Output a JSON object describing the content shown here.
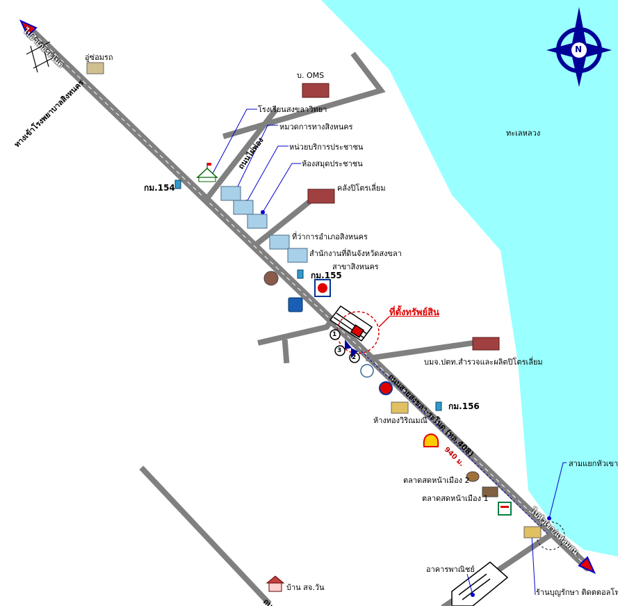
{
  "map": {
    "colors": {
      "sea": "#99ffff",
      "road": "#808080",
      "leader": "#0000cc",
      "target": "#e00000"
    },
    "water_label": "ทะเลหลวง",
    "north_label": "N",
    "target_label": "ที่ตั้งทรัพย์สิน",
    "distance_label": "940 ม.",
    "markers": {
      "m1": "1",
      "m2": "2",
      "m3": "3"
    },
    "roads": {
      "to_ranot": "ไปอำเภอระโนด",
      "to_khaoyai": "ไปหัวเขา/แหลมสน",
      "highway": "ถนนสายสงขลา-ระโนด (ทล.408)",
      "to_hospital": "ทางเข้าโรงพยาบาลสิงหนคร",
      "phaiphong": "ถนนไผ่พ่อง",
      "bottom": "ถน"
    },
    "places": {
      "garage": "อู่ซ่อมรถ",
      "school": "โรงเรียนสงขลาวิทยา",
      "highway_office": "หมวดการทางสิงหนคร",
      "service_unit": "หน่วยบริการประชาชน",
      "library": "ห้องสมุดประชาชน",
      "oms": "บ. OMS",
      "petro_depot": "คลังปิโตรเลี่ยม",
      "district_office": "ที่ว่าการอำเภอสิงหนคร",
      "land_office_1": "สำนักงานที่ดินจังหวัดสงขลา",
      "land_office_2": "สาขาสิงหนคร",
      "ptt_company": "บมจ.ปตท.สำรวจและผลิตปิโตรเลี่ยม",
      "gold_shop": "ห้างทองวิริณมณี",
      "market_2": "ตลาดสดหน้าเมือง 2",
      "market_1": "ตลาดสดหน้าเมือง 1",
      "junction": "สามแยกหัวเขา",
      "commercial": "อาคารพาณิชย์",
      "phone_shop": "ร้านบุญรักษา ติดตตอลโฟน",
      "house": "บ้าน สจ.วัน"
    },
    "km": {
      "k154": "กม.154",
      "k155": "กม.155",
      "k156": "กม.156"
    },
    "logos": {
      "shell": "Shell logo",
      "caltex": "Caltex logo",
      "seven": "7-Eleven logo",
      "ptt_logo": "PTT logo",
      "bank": "Bank logo",
      "seal": "Government seal"
    }
  }
}
